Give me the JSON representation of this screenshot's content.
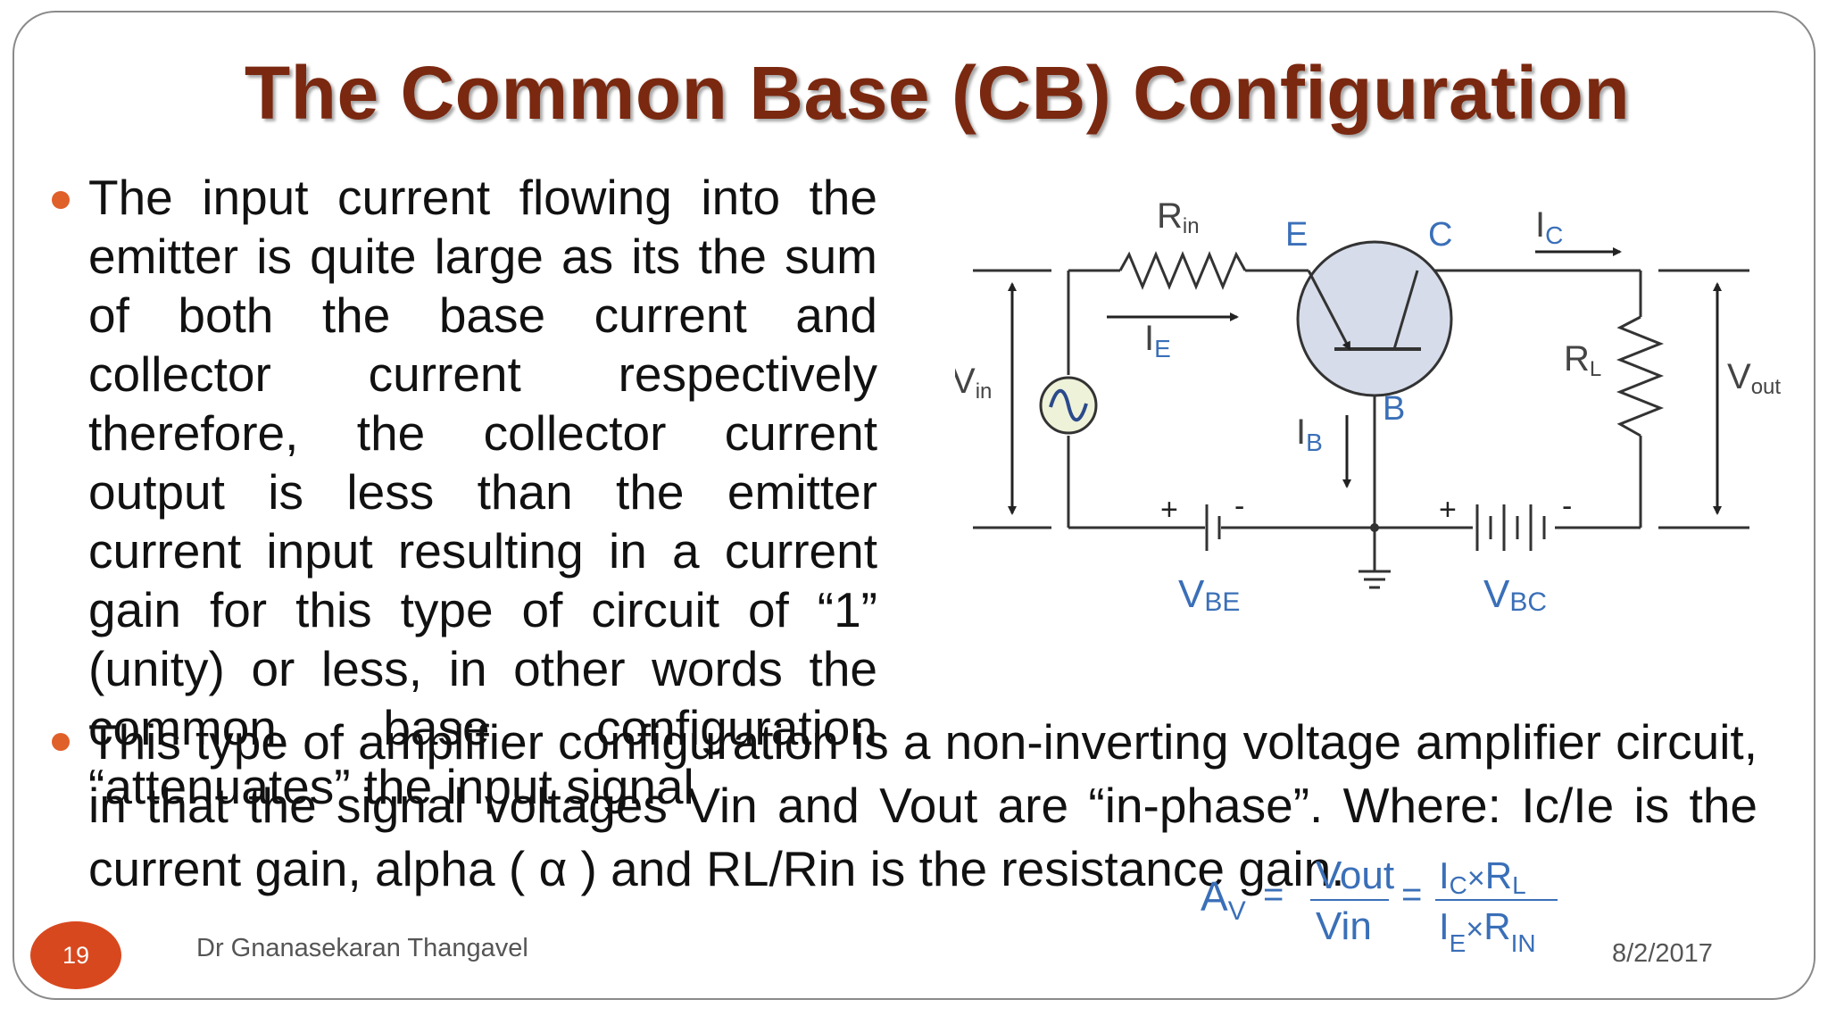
{
  "slide": {
    "title": "The Common Base (CB) Configuration",
    "bullet_1": "The input current flowing into the emitter is quite large as its the sum of both the base current and collector current respectively therefore, the collector current output is less than the emitter current input resulting in a current gain for this type of circuit of “1” (unity) or less, in other words the common base configuration “attenuates” the input signal",
    "bullet_2": "This type of amplifier configuration is a non-inverting voltage amplifier circuit, in that the signal voltages Vin and Vout are “in-phase”. Where: Ic/Ie is the current gain, alpha ( α ) and RL/Rin is the resistance gain.",
    "bullet_color": "#e0602a",
    "title_color": "#7a2810"
  },
  "circuit": {
    "labels": {
      "rin_main": "R",
      "rin_sub": "in",
      "emitter": "E",
      "collector": "C",
      "base": "B",
      "ic_main": "I",
      "ic_sub": "C",
      "ie_main": "I",
      "ie_sub": "E",
      "ib_main": "I",
      "ib_sub": "B",
      "rl_main": "R",
      "rl_sub": "L",
      "vin_main": "V",
      "vin_sub": "in",
      "vout_main": "V",
      "vout_sub": "out",
      "vbe_main": "V",
      "vbe_sub": "BE",
      "vbc_main": "V",
      "vbc_sub": "BC",
      "plus": "+",
      "minus": "-"
    },
    "label_color": "#3a6fb8"
  },
  "formula": {
    "av_main": "A",
    "av_sub": "V",
    "equals": "=",
    "frac1_num": "Vout",
    "frac1_den": "Vin",
    "frac2_num_i": "I",
    "frac2_num_isub": "C",
    "frac2_num_times": "×",
    "frac2_num_r": "R",
    "frac2_num_rsub": "L",
    "frac2_den_i": "I",
    "frac2_den_isub": "E",
    "frac2_den_times": "×",
    "frac2_den_r": "R",
    "frac2_den_rsub": "IN"
  },
  "footer": {
    "slide_number": "19",
    "author": "Dr Gnanasekaran Thangavel",
    "date": "8/2/2017"
  }
}
